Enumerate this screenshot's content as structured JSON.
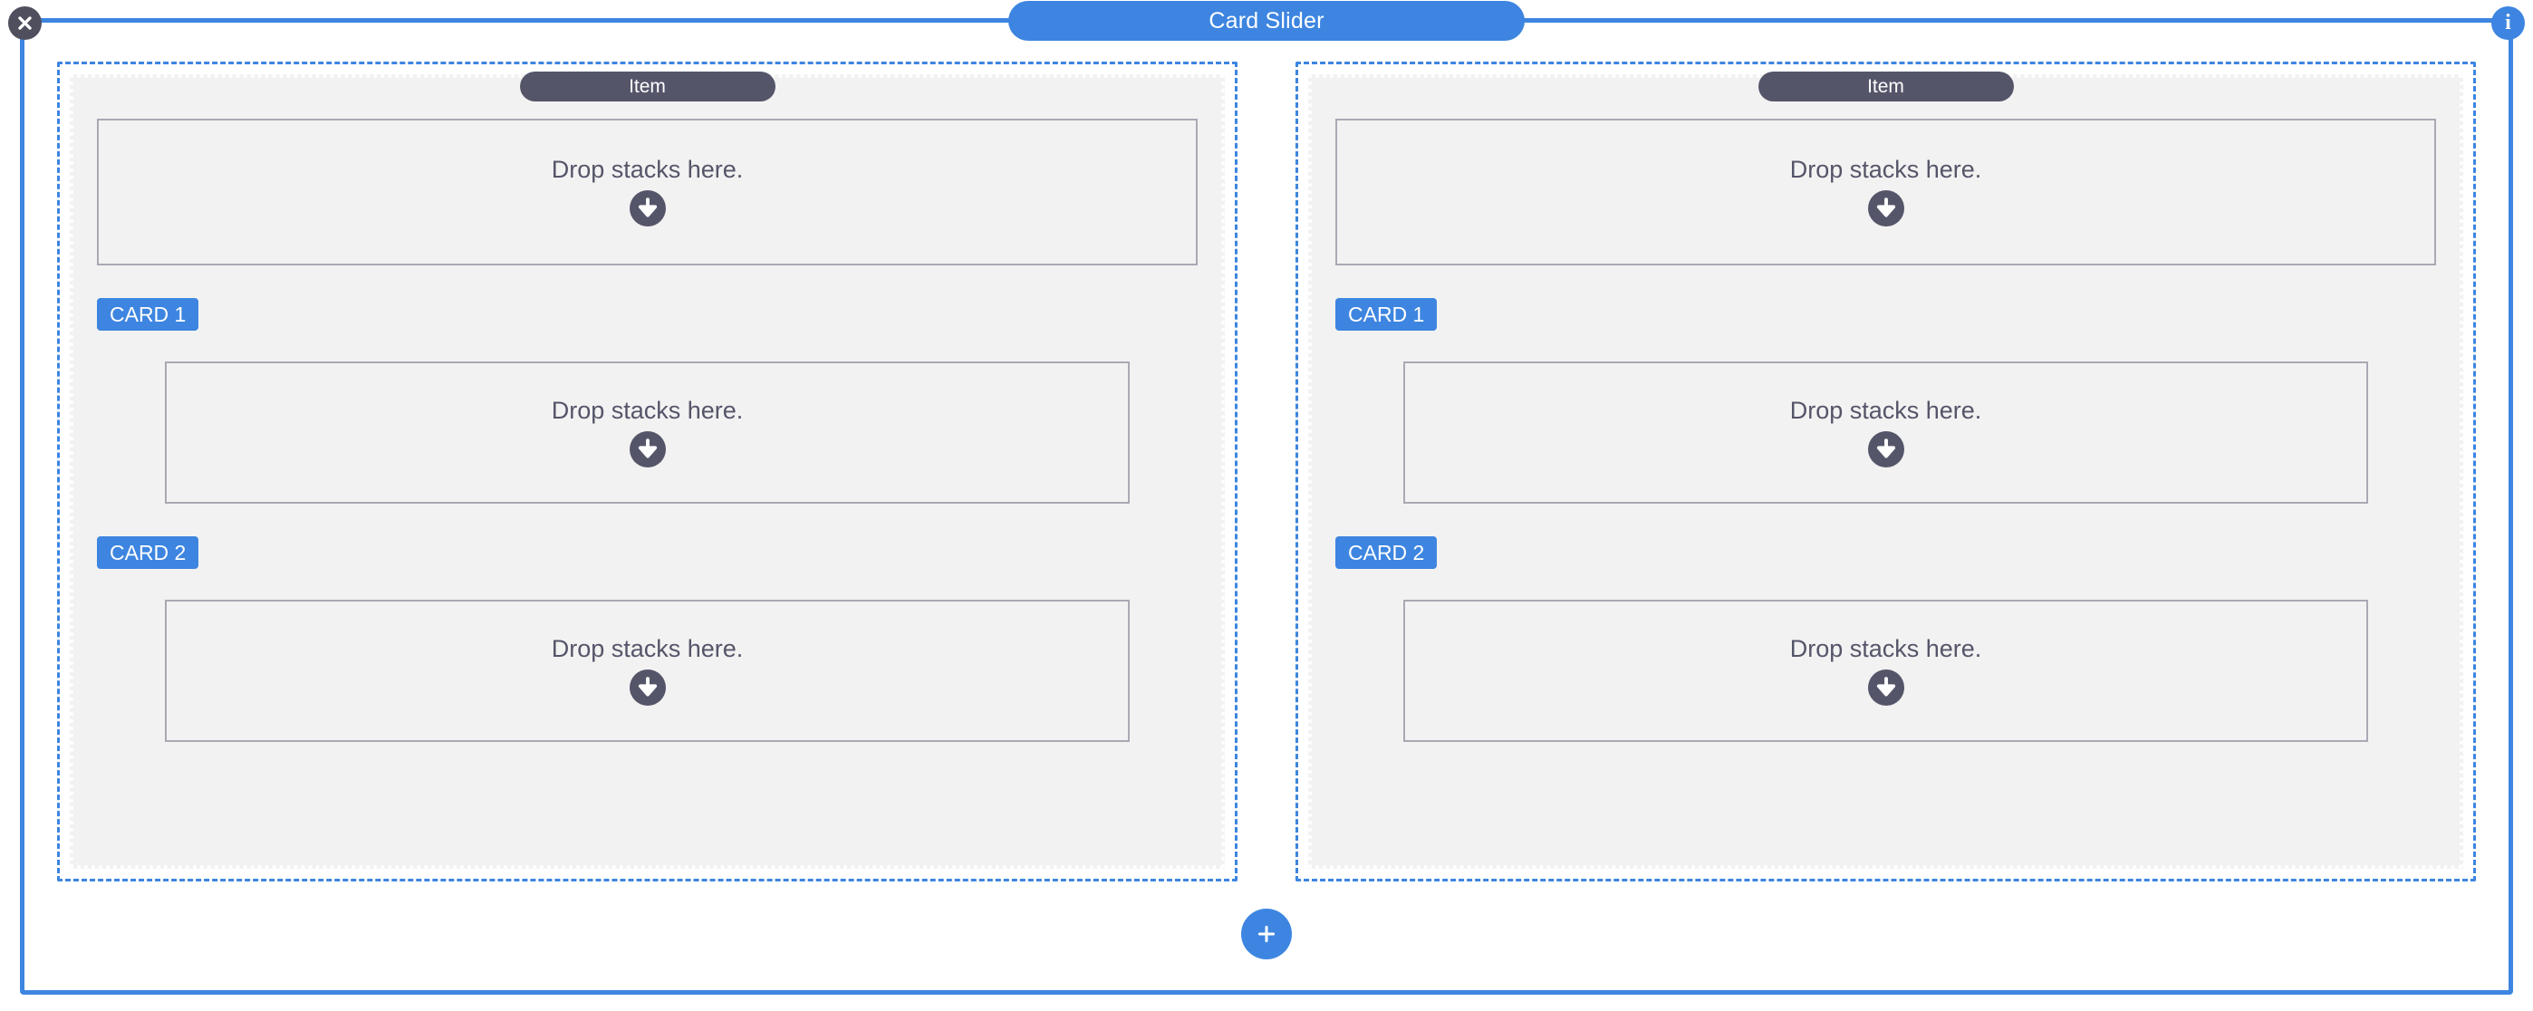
{
  "frame": {
    "title": "Card Slider",
    "close_icon": "close-icon",
    "info_icon": "info-icon",
    "accent_color": "#3d85e0",
    "slate_color": "#55556a",
    "panel_color": "#f2f2f2",
    "dropzone_border_color": "#a9a9b4"
  },
  "add_button": {
    "label": "+",
    "icon": "plus-icon"
  },
  "columns": [
    {
      "pill_label": "Item",
      "top_dropzone": {
        "label": "Drop stacks here.",
        "icon": "download-arrow-icon"
      },
      "cards": [
        {
          "badge": "CARD 1",
          "dropzone": {
            "label": "Drop stacks here.",
            "icon": "download-arrow-icon"
          }
        },
        {
          "badge": "CARD 2",
          "dropzone": {
            "label": "Drop stacks here.",
            "icon": "download-arrow-icon"
          }
        }
      ]
    },
    {
      "pill_label": "Item",
      "top_dropzone": {
        "label": "Drop stacks here.",
        "icon": "download-arrow-icon"
      },
      "cards": [
        {
          "badge": "CARD 1",
          "dropzone": {
            "label": "Drop stacks here.",
            "icon": "download-arrow-icon"
          }
        },
        {
          "badge": "CARD 2",
          "dropzone": {
            "label": "Drop stacks here.",
            "icon": "download-arrow-icon"
          }
        }
      ]
    }
  ]
}
